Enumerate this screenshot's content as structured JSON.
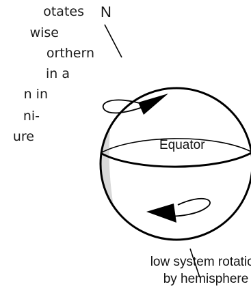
{
  "side_text": [
    "otates",
    "wise",
    "orthern",
    "in a",
    "n in",
    "ni-",
    "ure"
  ],
  "diagram": {
    "north_label": "N",
    "equator_label": "Equator",
    "caption_lines": [
      "low system rotation",
      "by hemisphere"
    ]
  },
  "colors": {
    "outline": "#000000",
    "shading": "#d9d9d9",
    "globe": "#ffffff",
    "text": "#111111"
  }
}
